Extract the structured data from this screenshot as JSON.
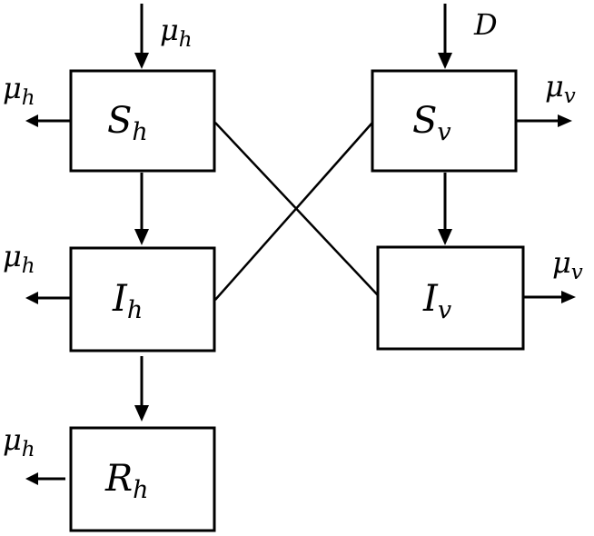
{
  "nodes": {
    "Sh": {
      "main": "S",
      "sub": "h"
    },
    "Ih": {
      "main": "I",
      "sub": "h"
    },
    "Rh": {
      "main": "R",
      "sub": "h"
    },
    "Sv": {
      "main": "S",
      "sub": "v"
    },
    "Iv": {
      "main": "I",
      "sub": "v"
    }
  },
  "rates": {
    "Sh_in": {
      "main": "μ",
      "sub": "h"
    },
    "Sh_out": {
      "main": "μ",
      "sub": "h"
    },
    "Ih_out": {
      "main": "μ",
      "sub": "h"
    },
    "Rh_out": {
      "main": "μ",
      "sub": "h"
    },
    "Sv_in": {
      "main": "D",
      "sub": ""
    },
    "Sv_out": {
      "main": "μ",
      "sub": "v"
    },
    "Iv_out": {
      "main": "μ",
      "sub": "v"
    }
  },
  "colors": {
    "stroke": "#000000",
    "background": "#ffffff"
  }
}
